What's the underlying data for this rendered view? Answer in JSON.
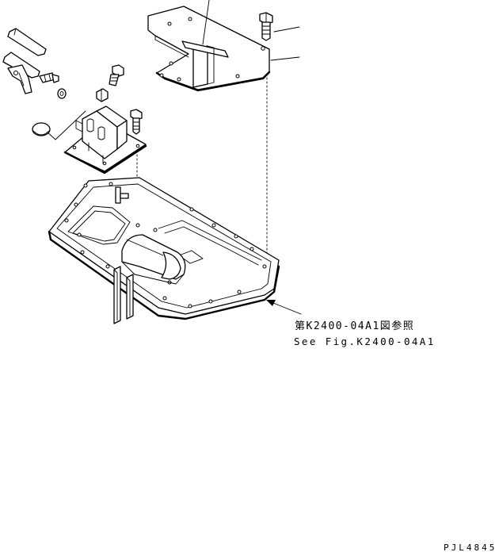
{
  "reference": {
    "japanese": "第K2400-04A1図参照",
    "english": "See Fig.K2400-04A1"
  },
  "drawing_code": "PJL4845"
}
